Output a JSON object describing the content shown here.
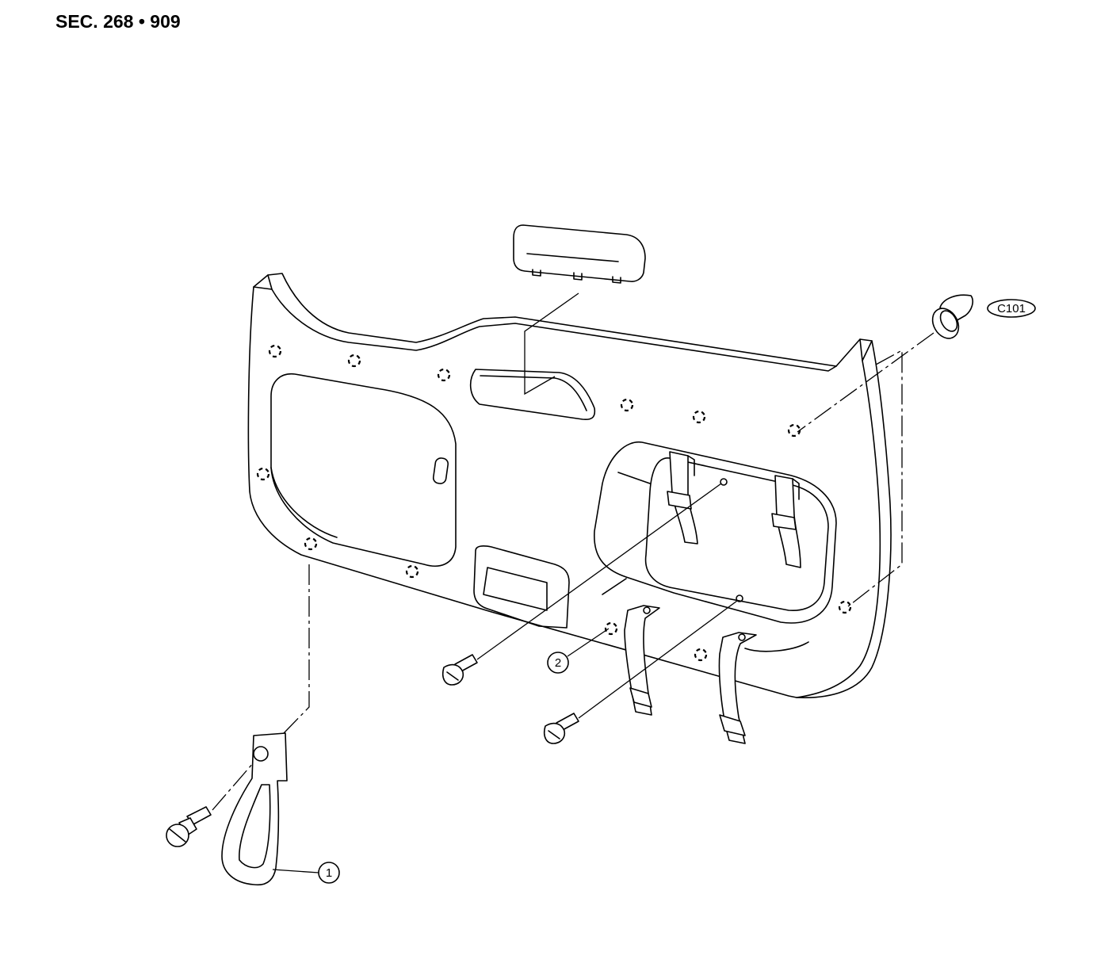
{
  "header": {
    "section": "SEC. 268 • 909"
  },
  "callouts": {
    "item1": "1",
    "item2": "2",
    "clip": "C101"
  },
  "icons": [
    "back-door-trim-panel",
    "high-mount-stop-lamp-cover",
    "pull-strap",
    "bolt",
    "clip",
    "tether-strap"
  ]
}
